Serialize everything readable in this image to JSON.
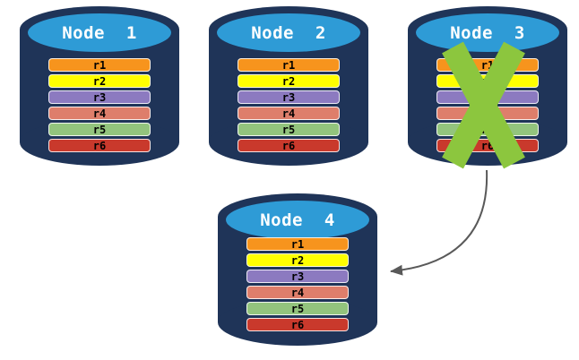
{
  "diagram": {
    "background": "#FFFFFF",
    "colors": {
      "cylinder_body": "#1F3458",
      "cylinder_top": "#2E9BD6",
      "title_text": "#FFFFFF",
      "replica_text": "#000000",
      "failure_x": "#8CC63E",
      "arrow": "#595959"
    },
    "nodes": [
      {
        "id": "node-1",
        "title": "Node  1",
        "failed": false,
        "replicas": [
          {
            "label": "r1",
            "color": "#F7941D"
          },
          {
            "label": "r2",
            "color": "#FFFF00"
          },
          {
            "label": "r3",
            "color": "#8C7AC0"
          },
          {
            "label": "r4",
            "color": "#DE7E6B"
          },
          {
            "label": "r5",
            "color": "#93C47D"
          },
          {
            "label": "r6",
            "color": "#C9392C"
          }
        ]
      },
      {
        "id": "node-2",
        "title": "Node  2",
        "failed": false,
        "replicas": [
          {
            "label": "r1",
            "color": "#F7941D"
          },
          {
            "label": "r2",
            "color": "#FFFF00"
          },
          {
            "label": "r3",
            "color": "#8C7AC0"
          },
          {
            "label": "r4",
            "color": "#DE7E6B"
          },
          {
            "label": "r5",
            "color": "#93C47D"
          },
          {
            "label": "r6",
            "color": "#C9392C"
          }
        ]
      },
      {
        "id": "node-3",
        "title": "Node  3",
        "failed": true,
        "replicas": [
          {
            "label": "r1",
            "color": "#F7941D"
          },
          {
            "label": "r2",
            "color": "#FFFF00"
          },
          {
            "label": "r3",
            "color": "#8C7AC0"
          },
          {
            "label": "r4",
            "color": "#DE7E6B"
          },
          {
            "label": "r5",
            "color": "#93C47D"
          },
          {
            "label": "r6",
            "color": "#C9392C"
          }
        ]
      },
      {
        "id": "node-4",
        "title": "Node  4",
        "failed": false,
        "replicas": [
          {
            "label": "r1",
            "color": "#F7941D"
          },
          {
            "label": "r2",
            "color": "#FFFF00"
          },
          {
            "label": "r3",
            "color": "#8C7AC0"
          },
          {
            "label": "r4",
            "color": "#DE7E6B"
          },
          {
            "label": "r5",
            "color": "#93C47D"
          },
          {
            "label": "r6",
            "color": "#C9392C"
          }
        ]
      }
    ],
    "arrow": {
      "from": "node-3",
      "to": "node-4"
    }
  }
}
